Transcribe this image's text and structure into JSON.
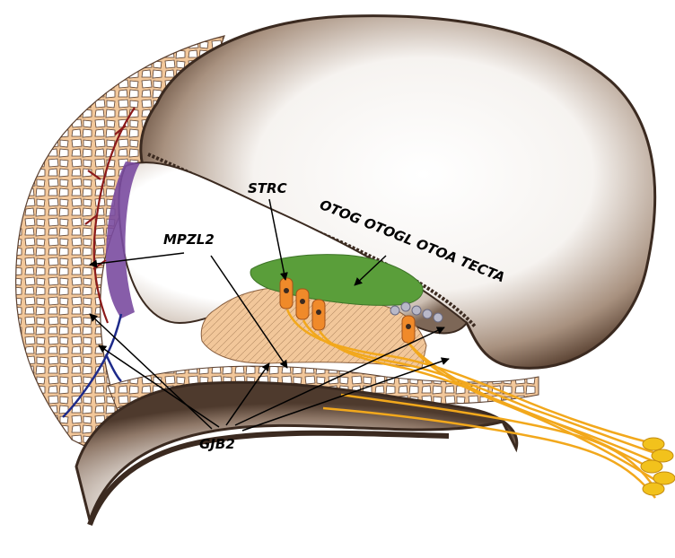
{
  "labels": {
    "strc": "STRC",
    "otog": "OTOG OTOGL OTOA TECTA",
    "mpzl2": "MPZL2",
    "gjb2": "GJB2"
  },
  "colors": {
    "background": "#ffffff",
    "bone": "#f2c79a",
    "bone_outline": "#5b4030",
    "cavity_dark": "#6b5243",
    "cavity_light": "#ffffff",
    "stria_vascularis": "#7a4ba0",
    "blood_vessel": "#8b1a1a",
    "vein": "#1d2a8a",
    "tectorial_membrane": "#5a9e3a",
    "hair_cell": "#f08a2a",
    "nerve_fiber": "#f2a81c",
    "supporting_cell": "#b8b8c8"
  }
}
